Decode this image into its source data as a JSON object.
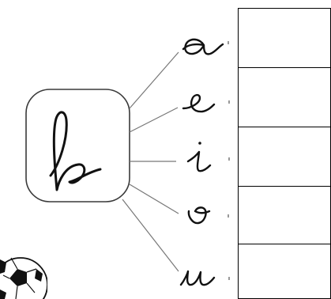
{
  "worksheet": {
    "center_letter": "b",
    "vowels": [
      "a",
      "e",
      "i",
      "o",
      "u"
    ],
    "answer_rows": 5
  },
  "colors": {
    "ink": "#000000",
    "line": "#8a8a8a",
    "paper": "#ffffff"
  },
  "icons": {
    "ball": "soccer-ball-icon"
  }
}
